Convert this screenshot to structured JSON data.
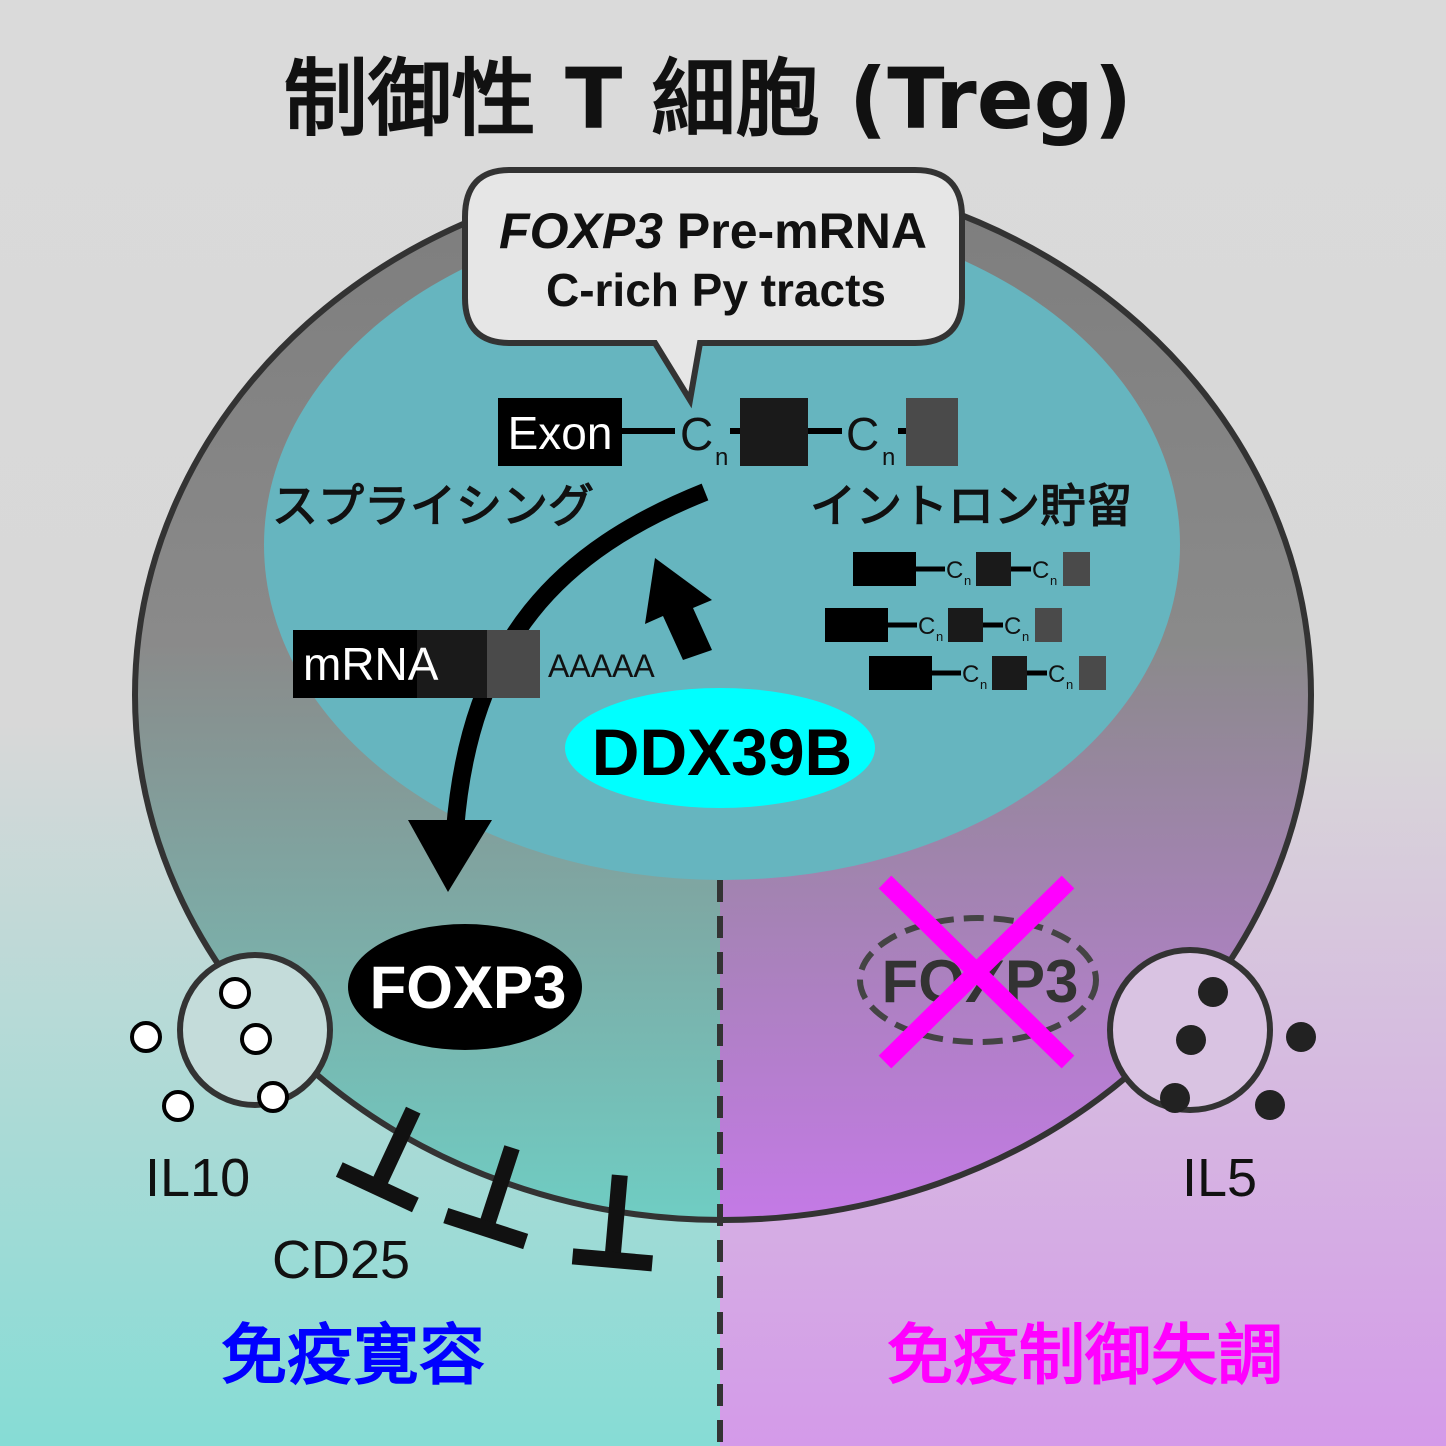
{
  "title": "制御性 T 細胞 (Treg)",
  "bubble": {
    "line1_italic": "FOXP3",
    "line1_rest": " Pre-mRNA",
    "line2": "C-rich Py tracts"
  },
  "gene": {
    "exon_label": "Exon",
    "c_label": "C",
    "n_label": "n"
  },
  "labels": {
    "splicing": "スプライシング",
    "intron_retention": "イントロン貯留",
    "mrna": "mRNA",
    "polya": "AAAAA",
    "ddx39b": "DDX39B",
    "foxp3_present": "FOXP3",
    "foxp3_absent": "FOXP3",
    "il10": "IL10",
    "cd25": "CD25",
    "il5": "IL5",
    "tolerance": "免疫寛容",
    "dysregulation": "免疫制御失調"
  },
  "colors": {
    "tolerance": "#0000ff",
    "dysregulation": "#ff00ff",
    "ddx39b": "#00ffff",
    "nucleus": "#66b5bf"
  }
}
